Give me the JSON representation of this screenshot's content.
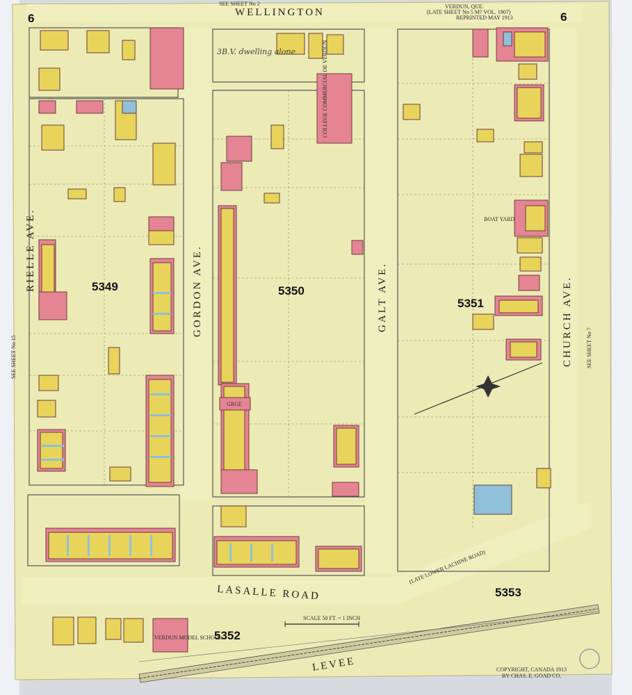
{
  "sheet": {
    "number_left": "6",
    "number_right": "6",
    "header_left": "SEE SHEET No 2",
    "header_right_line1": "VERDUN, QUE.",
    "header_right_line2": "(LATE SHEET No 5 M? VOL. 1907)",
    "header_right_line3": "REPRINTED MAY 1913",
    "see_sheet_left": "SEE SHEET No 15",
    "see_sheet_right": "SEE SHEET No 7",
    "annotation": "3B.V. dwelling alone"
  },
  "streets": {
    "top": "WELLINGTON",
    "gordon": "GORDON AVE.",
    "rielle": "RIELLE AVE.",
    "galt": "GALT AVE.",
    "church": "CHURCH AVE.",
    "lasalle": "LASALLE ROAD",
    "lasalle_note": "(LATE LOWER LACHINE ROAD)",
    "levee": "LEVEE"
  },
  "blocks": [
    "5349",
    "5350",
    "5351",
    "5352",
    "5353"
  ],
  "labels": {
    "college": "COLLEGE COMMERCIAL DE VERDUN",
    "school": "VERDUN MODEL SCHOOL",
    "boat_yard": "BOAT YARD",
    "garage": "GRGE"
  },
  "scale": "SCALE 50 FT. = 1 INCH",
  "copyright_line1": "COPYRIGHT, CANADA 1913",
  "copyright_line2": "BY CHAS. E. GOAD CO.",
  "colors": {
    "paper": "#ecebb6",
    "wood_frame": "#e8d45a",
    "brick": "#e58493",
    "stone": "#8fc0d8",
    "outline": "#7a4b4b",
    "binding": "#dfe3e8"
  }
}
